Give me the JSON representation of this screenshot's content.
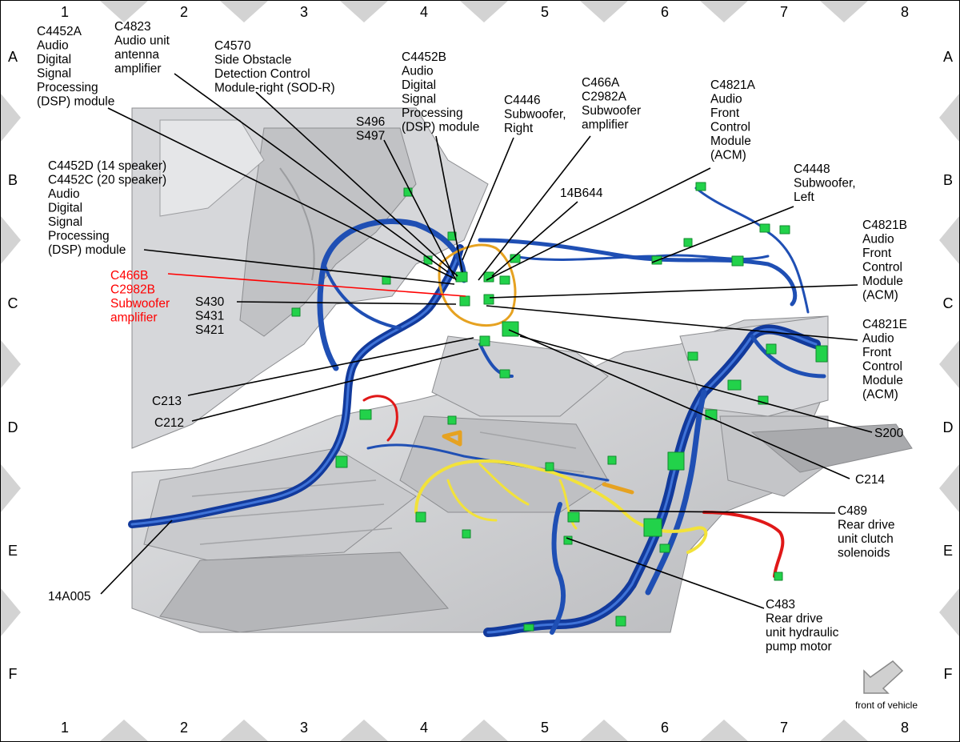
{
  "grid": {
    "columns": [
      "1",
      "2",
      "3",
      "4",
      "5",
      "6",
      "7",
      "8"
    ],
    "rows": [
      "A",
      "B",
      "C",
      "D",
      "E",
      "F"
    ]
  },
  "callouts": [
    {
      "id": "c4452a",
      "lines": [
        "C4452A",
        "Audio",
        "Digital",
        "Signal",
        "Processing",
        "(DSP) module"
      ]
    },
    {
      "id": "c4823",
      "lines": [
        "C4823",
        "Audio unit",
        "antenna",
        "amplifier"
      ]
    },
    {
      "id": "c4570",
      "lines": [
        "C4570",
        "Side Obstacle",
        "Detection Control",
        "Module-right (SOD-R)"
      ]
    },
    {
      "id": "c4452b",
      "lines": [
        "C4452B",
        "Audio",
        "Digital",
        "Signal",
        "Processing",
        "(DSP) module"
      ]
    },
    {
      "id": "s496",
      "lines": [
        "S496",
        "S497"
      ]
    },
    {
      "id": "c4446",
      "lines": [
        "C4446",
        "Subwoofer,",
        "Right"
      ]
    },
    {
      "id": "c466a",
      "lines": [
        "C466A",
        "C2982A",
        "Subwoofer",
        "amplifier"
      ]
    },
    {
      "id": "c4821a",
      "lines": [
        "C4821A",
        "Audio",
        "Front",
        "Control",
        "Module",
        "(ACM)"
      ]
    },
    {
      "id": "c4452d",
      "lines": [
        "C4452D (14 speaker)",
        "C4452C (20 speaker)",
        "Audio",
        "Digital",
        "Signal",
        "Processing",
        "(DSP) module"
      ]
    },
    {
      "id": "c4448",
      "lines": [
        "C4448",
        "Subwoofer,",
        "Left"
      ]
    },
    {
      "id": "14b644",
      "lines": [
        "14B644"
      ]
    },
    {
      "id": "c4821b",
      "lines": [
        "C4821B",
        "Audio",
        "Front",
        "Control",
        "Module",
        "(ACM)"
      ]
    },
    {
      "id": "c466b",
      "lines": [
        "C466B",
        "C2982B",
        "Subwoofer",
        "amplifier"
      ]
    },
    {
      "id": "s430",
      "lines": [
        "S430",
        "S431",
        "S421"
      ]
    },
    {
      "id": "c4821e",
      "lines": [
        "C4821E",
        "Audio",
        "Front",
        "Control",
        "Module",
        "(ACM)"
      ]
    },
    {
      "id": "c213",
      "lines": [
        "C213"
      ]
    },
    {
      "id": "c212",
      "lines": [
        "C212"
      ]
    },
    {
      "id": "s200",
      "lines": [
        "S200"
      ]
    },
    {
      "id": "c214",
      "lines": [
        "C214"
      ]
    },
    {
      "id": "c489",
      "lines": [
        "C489",
        "Rear drive",
        "unit clutch",
        "solenoids"
      ]
    },
    {
      "id": "14a005",
      "lines": [
        "14A005"
      ]
    },
    {
      "id": "c483",
      "lines": [
        "C483",
        "Rear drive",
        "unit hydraulic",
        "pump motor"
      ]
    }
  ],
  "orientation": {
    "label": "front of vehicle"
  },
  "colors": {
    "border_triangle": "#d3d3d3",
    "highlight_text": "#ff0000",
    "harness_blue": "#1f4fb4",
    "harness_dark_blue": "#123a9c",
    "harness_yellow": "#f2e23a",
    "harness_orange": "#e6a221",
    "harness_red": "#e01818",
    "connector_green": "#22d24a",
    "body_gray": "#c8c9cc"
  }
}
